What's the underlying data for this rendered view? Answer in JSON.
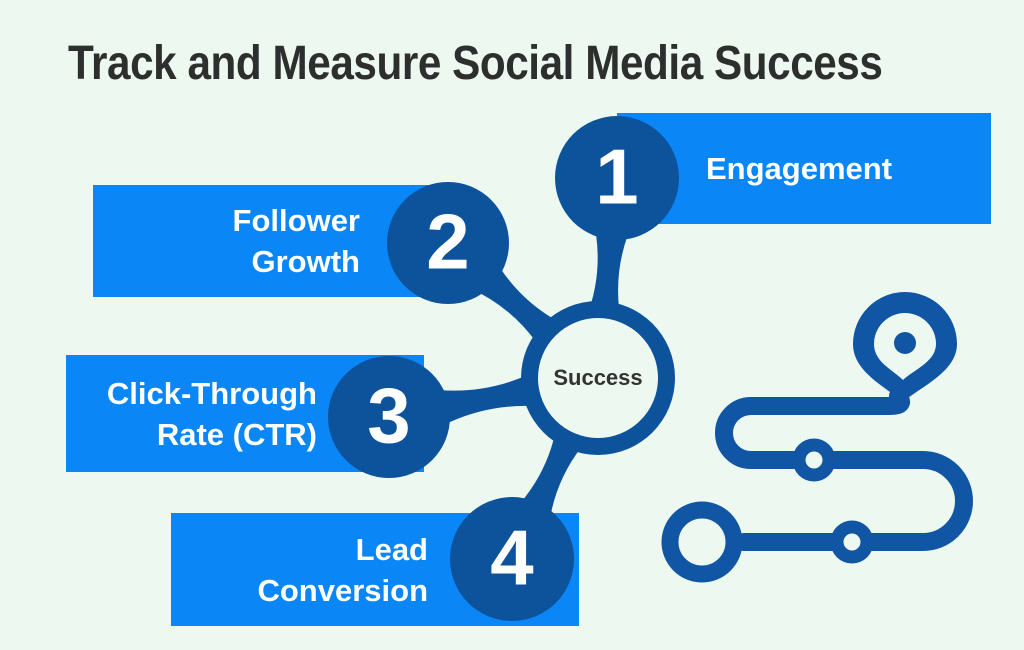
{
  "title": "Track and Measure Social Media Success",
  "hub": {
    "label": "Success"
  },
  "steps": [
    {
      "number": "1",
      "line1": "Engagement",
      "line2": ""
    },
    {
      "number": "2",
      "line1": "Follower",
      "line2": "Growth"
    },
    {
      "number": "3",
      "line1": "Click-Through",
      "line2": "Rate (CTR)"
    },
    {
      "number": "4",
      "line1": "Lead",
      "line2": "Conversion"
    }
  ],
  "icons": {
    "route_map": "route-map-icon",
    "location_pin": "location-pin-icon"
  },
  "colors": {
    "background": "#edf8f0",
    "accent_blue": "#0a86f6",
    "dark_blue": "#0c539b",
    "route_blue": "#1156a4",
    "title_text": "#2d2f2e",
    "hub_text": "#333333",
    "bar_text": "#ffffff"
  }
}
